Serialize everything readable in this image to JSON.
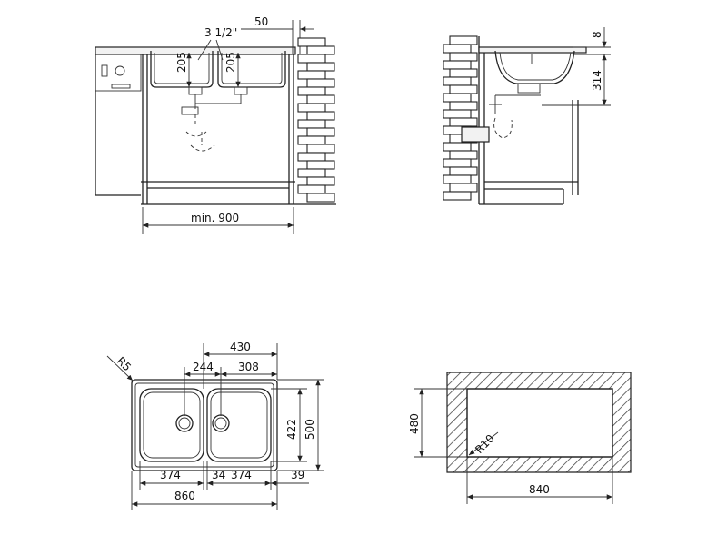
{
  "front_view": {
    "thread_label": "3 1/2\"",
    "offset_label": "50",
    "depth_left": "205",
    "depth_right": "205",
    "cabinet_min_width": "min. 900"
  },
  "side_view": {
    "rim_label": "8",
    "outlet_height": "314"
  },
  "top_view": {
    "corner_radius": "R5",
    "overall_bowls": "430",
    "left_hole_offset": "244",
    "right_hole_offset": "308",
    "bowl_depth": "422",
    "overall_depth": "500",
    "left_bowl_width": "374",
    "gap_width": "34",
    "right_bowl_width": "374",
    "right_margin": "39",
    "overall_width": "860"
  },
  "cutout": {
    "height": "480",
    "corner_radius": "R10",
    "width": "840"
  }
}
